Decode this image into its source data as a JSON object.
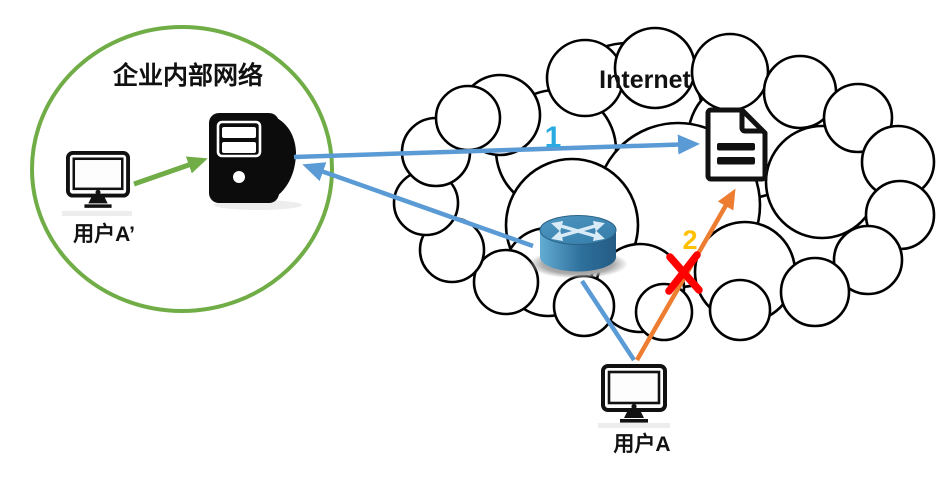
{
  "diagram": {
    "internal_network": {
      "boundary_label": "企业内部网络",
      "user": {
        "label": "用户A’",
        "icon": "monitor-icon"
      },
      "server": {
        "icon": "server-icon"
      }
    },
    "internet": {
      "label": "Internet",
      "document": {
        "icon": "document-icon"
      },
      "router": {
        "icon": "router-icon"
      }
    },
    "external_user": {
      "label": "用户A",
      "icon": "monitor-icon"
    },
    "flows": {
      "user_to_server": {
        "color": "#70AD47"
      },
      "step1": {
        "label": "1",
        "line_color": "#5B9BD5",
        "label_color": "#29ABE2"
      },
      "router_to_server": {
        "color": "#5B9BD5"
      },
      "user_to_router": {
        "color": "#5B9BD5"
      },
      "step2": {
        "label": "2",
        "line_color": "#ED7D31",
        "label_color": "#FFC000",
        "blocked": true
      }
    }
  },
  "colors": {
    "boundary_green": "#70AD47",
    "flow_blue": "#5B9BD5",
    "flow_orange": "#ED7D31",
    "step1_label": "#29ABE2",
    "step2_label": "#FFC000",
    "blocked_x": "#FF0000",
    "icon_black": "#111111"
  }
}
